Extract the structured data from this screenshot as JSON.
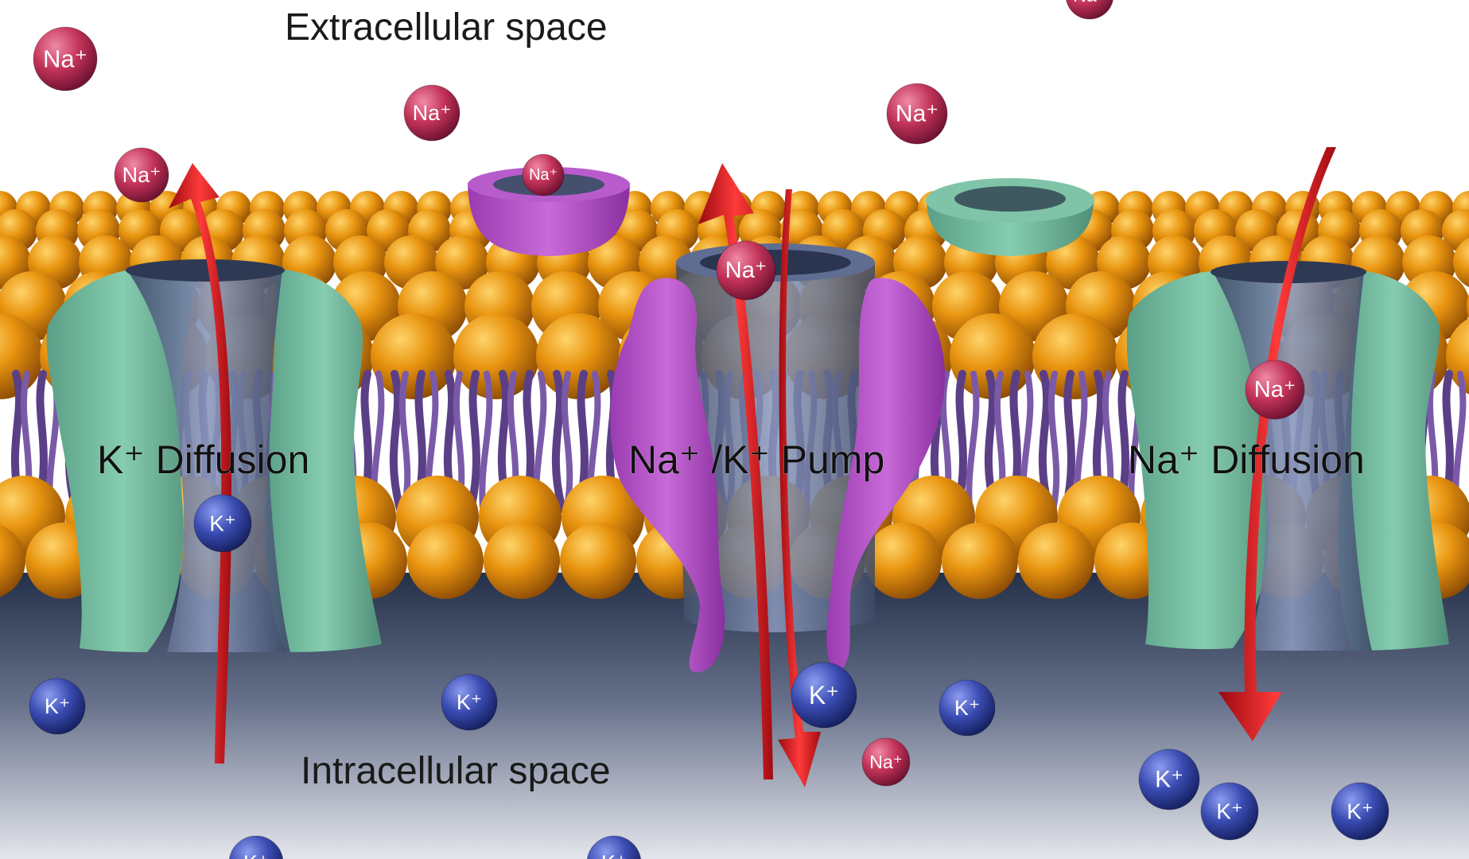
{
  "regions": {
    "extracellular": "Extracellular space",
    "intracellular": "Intracellular space"
  },
  "transporters": {
    "k_diffusion": "K⁺ Diffusion",
    "pump": "Na⁺ /K⁺ Pump",
    "na_diffusion": "Na⁺ Diffusion"
  },
  "ions": {
    "sodium": "Na⁺",
    "potassium": "K⁺"
  },
  "colors": {
    "sodium_ion": "#c8345e",
    "potassium_ion": "#3b4fb0",
    "lipid_head": "#e3900f",
    "lipid_tail": "#5b3f86",
    "diffusion_channel": "#6fb89a",
    "pump_protein": "#b055c4",
    "arrow": "#d8101a",
    "cytoplasm_top": "#2c3550",
    "cytoplasm_bottom": "#dfe2ea"
  }
}
